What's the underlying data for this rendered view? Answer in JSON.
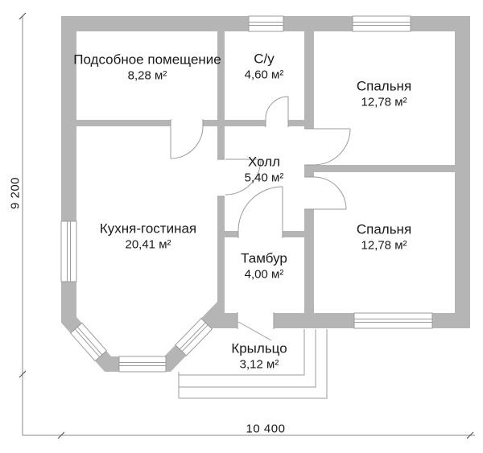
{
  "floor_plan": {
    "rooms": [
      {
        "id": "utility",
        "name": "Подсобное помещение",
        "area": "8,28 м²"
      },
      {
        "id": "bathroom",
        "name": "С/у",
        "area": "4,60 м²"
      },
      {
        "id": "bedroom1",
        "name": "Спальня",
        "area": "12,78 м²"
      },
      {
        "id": "hall",
        "name": "Холл",
        "area": "5,40 м²"
      },
      {
        "id": "kitchen",
        "name": "Кухня-гостиная",
        "area": "20,41 м²"
      },
      {
        "id": "bedroom2",
        "name": "Спальня",
        "area": "12,78 м²"
      },
      {
        "id": "vestibule",
        "name": "Тамбур",
        "area": "4,00 м²"
      },
      {
        "id": "porch",
        "name": "Крыльцо",
        "area": "3,12 м²"
      }
    ],
    "dimensions": {
      "total_width": "10 400",
      "total_height": "9 200"
    },
    "colors": {
      "wall": "#b5b5b5",
      "outline": "#9b9b9b",
      "text": "#1a1a1a"
    }
  }
}
